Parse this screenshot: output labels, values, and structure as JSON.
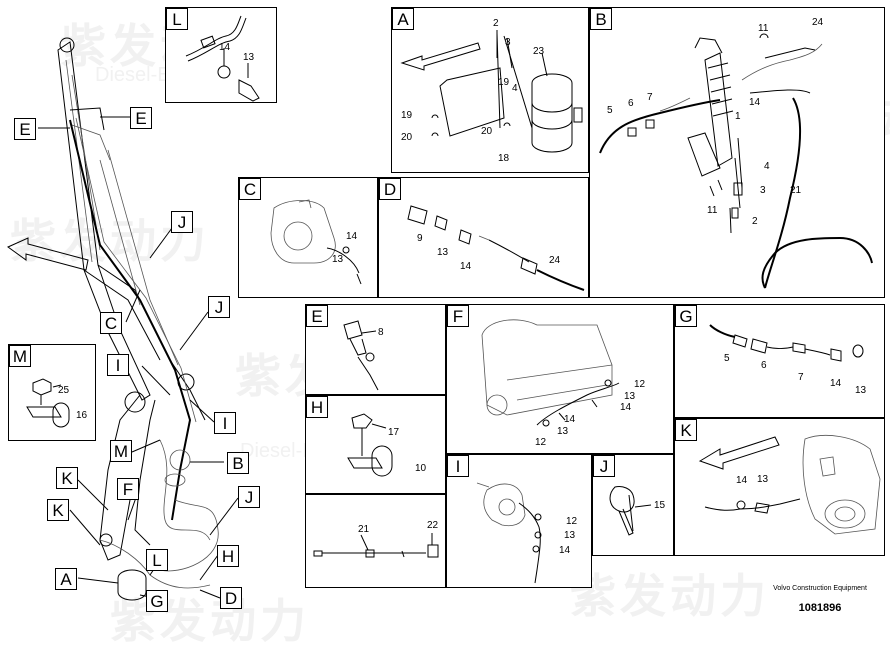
{
  "watermark": {
    "brand": "紫发动力",
    "subtitle": "Diesel-Engines"
  },
  "company": "Volvo Construction Equipment",
  "doc_number": "1081896",
  "main_view_tags": [
    "E",
    "E",
    "J",
    "C",
    "J",
    "M",
    "I",
    "I",
    "M",
    "B",
    "K",
    "F",
    "J",
    "K",
    "L",
    "H",
    "A",
    "G",
    "D"
  ],
  "panels": {
    "L": {
      "label": "L",
      "parts": [
        "14",
        "13"
      ]
    },
    "A": {
      "label": "A",
      "parts": [
        "2",
        "3",
        "23",
        "19",
        "4",
        "19",
        "20",
        "20",
        "18"
      ]
    },
    "B": {
      "label": "B",
      "parts": [
        "11",
        "24",
        "14",
        "5",
        "6",
        "7",
        "1",
        "4",
        "3",
        "21",
        "11",
        "2"
      ]
    },
    "C": {
      "label": "C",
      "parts": [
        "14",
        "13"
      ]
    },
    "D": {
      "label": "D",
      "parts": [
        "9",
        "13",
        "14",
        "24"
      ]
    },
    "M": {
      "label": "M",
      "parts": [
        "25",
        "16"
      ]
    },
    "E": {
      "label": "E",
      "parts": [
        "8"
      ]
    },
    "F": {
      "label": "F",
      "parts": [
        "12",
        "13",
        "14",
        "14",
        "12",
        "13"
      ]
    },
    "G": {
      "label": "G",
      "parts": [
        "6",
        "5",
        "7",
        "14",
        "13"
      ]
    },
    "H": {
      "label": "H",
      "parts": [
        "17",
        "10"
      ]
    },
    "K": {
      "label": "K",
      "parts": [
        "14",
        "13"
      ]
    },
    "W": {
      "label": "",
      "parts": [
        "21",
        "22"
      ]
    },
    "I": {
      "label": "I",
      "parts": [
        "12",
        "13",
        "14"
      ]
    },
    "J": {
      "label": "J",
      "parts": [
        "15"
      ]
    }
  }
}
